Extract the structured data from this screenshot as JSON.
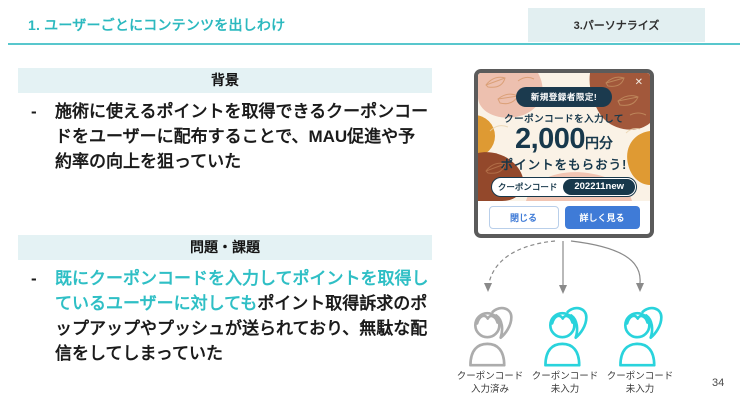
{
  "header": {
    "title": "1.  ユーザーごとにコンテンツを出しわけ",
    "tag": "3.パーソナライズ"
  },
  "sections": {
    "background": {
      "heading": "背景",
      "marker": "-",
      "text": "施術に使えるポイントを取得できるクーポンコードをユーザーに配布することで、MAU促進や予約率の向上を狙っていた"
    },
    "problem": {
      "heading": "問題・課題",
      "marker": "-",
      "highlight": "既にクーポンコードを入力してポイントを取得しているユーザーに対しても",
      "rest": "ポイント取得訴求のポップアップやプッシュが送られており、無駄な配信をしてしまっていた"
    }
  },
  "popup": {
    "badge": "新規登録者限定!",
    "subtitle": "クーポンコードを入力して",
    "amount": "2,000",
    "amount_unit": "円分",
    "cta": "ポイントをもらおう!",
    "coupon_label": "クーポンコード",
    "coupon_code": "202211new",
    "close_icon": "✕",
    "close_button": "閉じる",
    "details_button": "詳しく見る"
  },
  "users": [
    {
      "line1": "クーポンコード",
      "line2": "入力済み",
      "state": "entered"
    },
    {
      "line1": "クーポンコード",
      "line2": "未入力",
      "state": "not-entered"
    },
    {
      "line1": "クーポンコード",
      "line2": "未入力",
      "state": "not-entered"
    }
  ],
  "page_number": "34",
  "colors": {
    "accent_teal": "#2FBFC5",
    "section_header_bg": "#E4F2F4",
    "popup_navy": "#17384B",
    "popup_blue": "#3F7BD7",
    "user_teal": "#29D3DC",
    "user_gray": "#ACACAC"
  }
}
